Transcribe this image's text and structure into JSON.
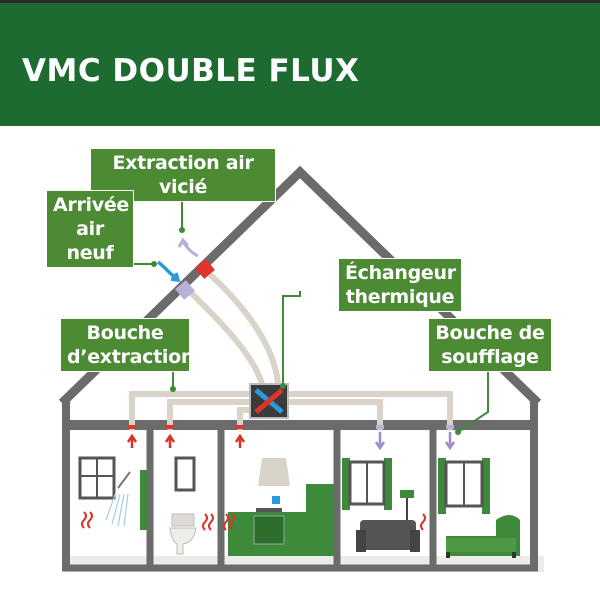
{
  "header": {
    "title": "VMC DOUBLE FLUX"
  },
  "labels": {
    "extraction_air_vicie": "Extraction air vicié",
    "arrivee_air_neuf_1": "Arrivée",
    "arrivee_air_neuf_2": "air neuf",
    "echangeur_1": "Échangeur",
    "echangeur_2": "thermique",
    "bouche_extraction_1": "Bouche",
    "bouche_extraction_2": "d’extraction",
    "bouche_soufflage_1": "Bouche de",
    "bouche_soufflage_2": "soufflage"
  },
  "colors": {
    "header": "#1d6b31",
    "label": "#4c8a34",
    "house": "#6b6b6b",
    "duct": "#d9d3c9",
    "extract_arrow": "#d6362a",
    "supply_arrow": "#9c8fc7",
    "fresh_air_arrow": "#2a9bd8",
    "furniture": "#3d8a3a"
  }
}
